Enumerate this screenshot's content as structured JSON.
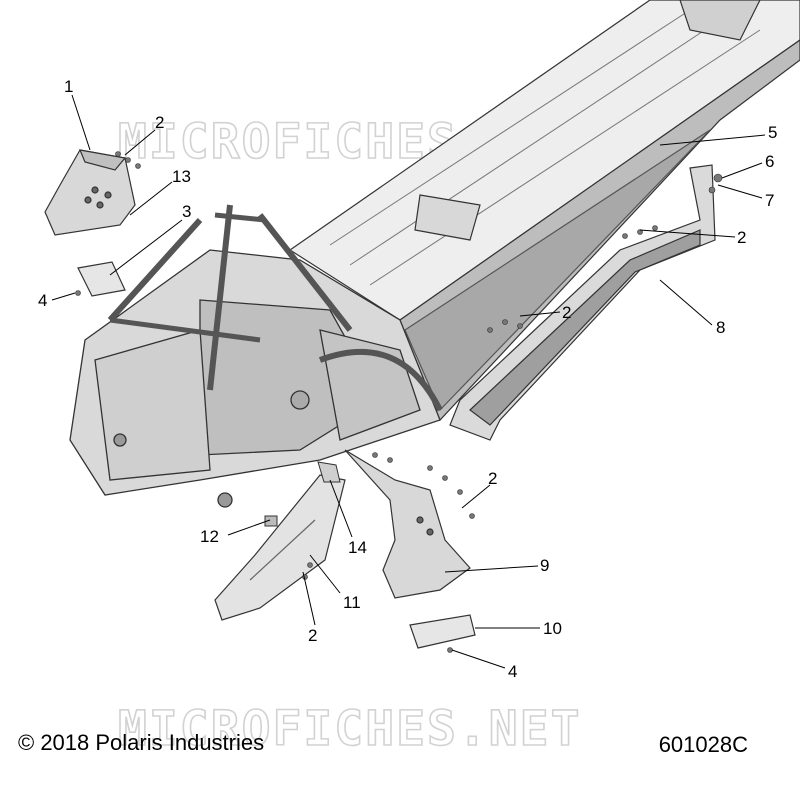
{
  "watermark": "MICROFICHES.NET",
  "footer": {
    "copyright": "© 2018 Polaris Industries",
    "part_number": "601028C"
  },
  "callouts": [
    {
      "id": "c1",
      "label": "1"
    },
    {
      "id": "c2a",
      "label": "2"
    },
    {
      "id": "c13",
      "label": "13"
    },
    {
      "id": "c3",
      "label": "3"
    },
    {
      "id": "c4a",
      "label": "4"
    },
    {
      "id": "c5",
      "label": "5"
    },
    {
      "id": "c6",
      "label": "6"
    },
    {
      "id": "c7",
      "label": "7"
    },
    {
      "id": "c2b",
      "label": "2"
    },
    {
      "id": "c2c",
      "label": "2"
    },
    {
      "id": "c8",
      "label": "8"
    },
    {
      "id": "c2d",
      "label": "2"
    },
    {
      "id": "c12",
      "label": "12"
    },
    {
      "id": "c14",
      "label": "14"
    },
    {
      "id": "c9",
      "label": "9"
    },
    {
      "id": "c11",
      "label": "11"
    },
    {
      "id": "c2e",
      "label": "2"
    },
    {
      "id": "c10",
      "label": "10"
    },
    {
      "id": "c4b",
      "label": "4"
    }
  ]
}
